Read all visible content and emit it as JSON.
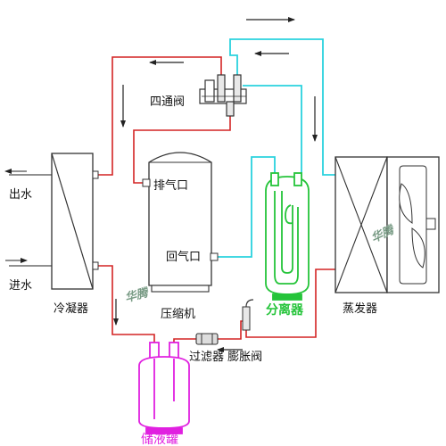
{
  "labels": {
    "outlet_water": "出水",
    "inlet_water": "进水",
    "condenser": "冷凝器",
    "four_way_valve": "四通阀",
    "discharge_port": "排气口",
    "suction_port": "回气口",
    "compressor": "压缩机",
    "separator": "分离器",
    "evaporator": "蒸发器",
    "filter_and_expansion": "过滤器 膨胀阀",
    "receiver": "储液罐"
  },
  "watermark": "华腾",
  "colors": {
    "hot_line": "#d42424",
    "cold_line": "#2ad2de",
    "separator": "#25c43a",
    "receiver": "#e020e0",
    "outline": "#333333",
    "watermark": "#7a9c86"
  }
}
